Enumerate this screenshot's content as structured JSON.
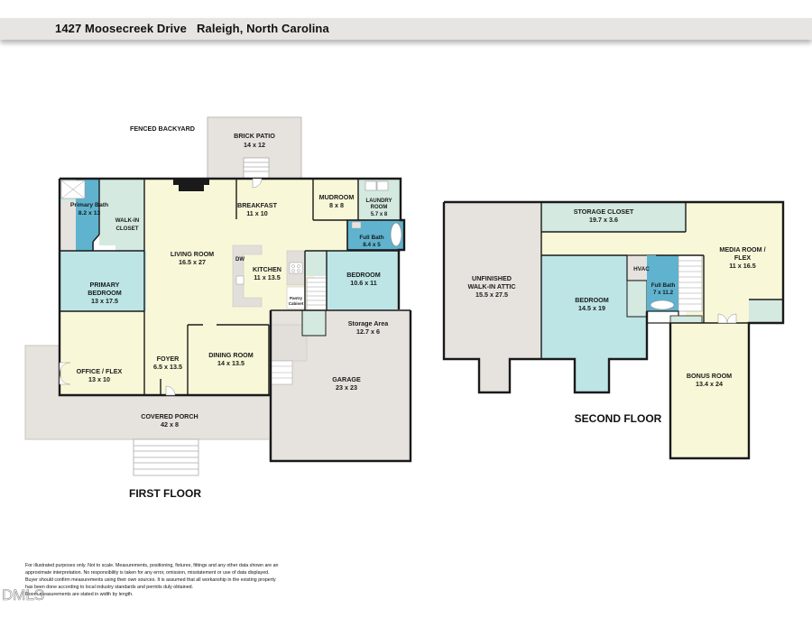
{
  "header": {
    "title": "1427 Moosecreek Drive   Raleigh, North Carolina"
  },
  "first_floor": {
    "label": "FIRST FLOOR",
    "outdoor": {
      "fenced_backyard": "FENCED BACKYARD",
      "brick_patio": {
        "name": "BRICK PATIO",
        "size": "14 x 12"
      },
      "covered_porch": {
        "name": "COVERED PORCH",
        "size": "42 x 8"
      }
    },
    "rooms": {
      "primary_bath": {
        "name": "Primary Bath",
        "size": "8.2 x 13"
      },
      "walk_in_closet": {
        "name1": "WALK-IN",
        "name2": "CLOSET"
      },
      "living_room": {
        "name": "LIVING ROOM",
        "size": "16.5 x 27"
      },
      "breakfast": {
        "name": "BREAKFAST",
        "size": "11 x 10"
      },
      "mudroom": {
        "name": "MUDROOM",
        "size": "8 x 8"
      },
      "laundry_room": {
        "name1": "LAUNDRY",
        "name2": "ROOM",
        "size": "5.7 x 8"
      },
      "full_bath": {
        "name": "Full Bath",
        "size": "8.4 x 5"
      },
      "kitchen": {
        "name": "KITCHEN",
        "size": "11 x 13.5",
        "dw": "DW",
        "pantry1": "Pantry",
        "pantry2": "Cabinet"
      },
      "bedroom": {
        "name": "BEDROOM",
        "size": "10.6 x 11"
      },
      "primary_bedroom": {
        "name1": "PRIMARY",
        "name2": "BEDROOM",
        "size": "13 x 17.5"
      },
      "storage_area": {
        "name": "Storage Area",
        "size": "12.7 x 6"
      },
      "office_flex": {
        "name": "OFFICE / FLEX",
        "size": "13 x 10"
      },
      "foyer": {
        "name": "FOYER",
        "size": "6.5 x 13.5"
      },
      "dining_room": {
        "name": "DINING ROOM",
        "size": "14 x 13.5"
      },
      "garage": {
        "name": "GARAGE",
        "size": "23 x 23"
      }
    }
  },
  "second_floor": {
    "label": "SECOND FLOOR",
    "rooms": {
      "attic": {
        "name1": "UNFINISHED",
        "name2": "WALK-IN ATTIC",
        "size": "15.5 x 27.5"
      },
      "storage_closet": {
        "name": "STORAGE CLOSET",
        "size": "19.7 x 3.6"
      },
      "hvac": {
        "name": "HVAC"
      },
      "bedroom": {
        "name": "BEDROOM",
        "size": "14.5 x 19"
      },
      "full_bath": {
        "name": "Full Bath",
        "size": "7 x 11.2"
      },
      "media_room": {
        "name1": "MEDIA ROOM /",
        "name2": "FLEX",
        "size": "11 x 16.5"
      },
      "bonus_room": {
        "name": "BONUS ROOM",
        "size": "13.4 x 24"
      }
    }
  },
  "disclaimer": {
    "lines": [
      "For illustrated purposes only. Not to scale. Measurements, positioning, fixtures, fittings and any other data shown are an",
      "approximate interpretation. No responsibility is taken for any error, omission, misstatement or use of data displayed.",
      "Buyer should confirm measurements using their own sources. It is assumed that all workanship in the existing property",
      "has been done according to local industry standards and permits duly obtained.",
      "Room measurements are stated in width by length."
    ]
  },
  "watermark": "DMLS",
  "colors": {
    "living": "#f8f7d8",
    "bedroom": "#bde5e6",
    "bath": "#5fb3cf",
    "closet": "#d4e9e0",
    "outdoor": "#e6e3df",
    "wall": "#1a1a1a",
    "header_bg": "#e7e5e1"
  }
}
